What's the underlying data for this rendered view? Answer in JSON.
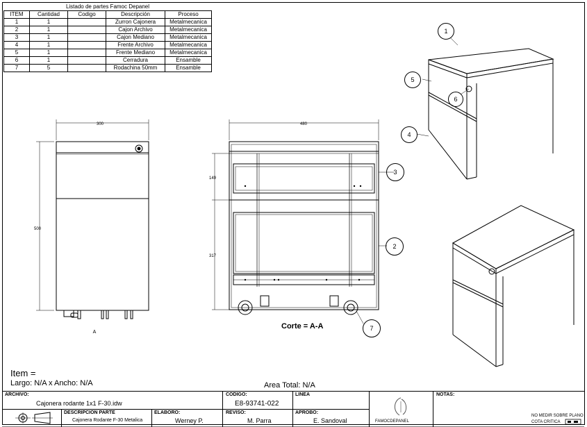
{
  "parts_list": {
    "caption": "Listado de partes Famoc Depanel",
    "columns": [
      "ITEM",
      "Cantidad",
      "Codigo",
      "Descripción",
      "Proceso"
    ],
    "rows": [
      [
        "1",
        "1",
        "",
        "Zurron Cajonera",
        "Metalmecanica"
      ],
      [
        "2",
        "1",
        "",
        "Cajon Archivo",
        "Metalmecanica"
      ],
      [
        "3",
        "1",
        "",
        "Cajon Mediano",
        "Metalmecanica"
      ],
      [
        "4",
        "1",
        "",
        "Frente Archivo",
        "Metalmecanica"
      ],
      [
        "5",
        "1",
        "",
        "Frente Mediano",
        "Metalmecanica"
      ],
      [
        "6",
        "1",
        "",
        "Cerradura",
        "Ensamble"
      ],
      [
        "7",
        "5",
        "",
        "Rodachina 50mm",
        "Ensamble"
      ]
    ]
  },
  "front_view": {
    "width_dim": "300",
    "height_dim": "500",
    "section_mark": "A"
  },
  "section_view": {
    "width_dim": "480",
    "upper_dim": "149",
    "lower_dim": "317",
    "title": "Corte = A-A",
    "balloons": [
      "3",
      "2",
      "7"
    ]
  },
  "iso_view": {
    "balloons": [
      "1",
      "5",
      "6",
      "4"
    ]
  },
  "item_info": {
    "item_label": "Item =",
    "size_text": "Largo: N/A x Ancho: N/A",
    "area_text": "Area Total: N/A"
  },
  "title_block": {
    "archivo_label": "ARCHIVO:",
    "archivo_value": "Cajonera rodante 1x1 F-30.idw",
    "codigo_label": "CODIGO:",
    "codigo_value": "E8-93741-022",
    "linea_label": "LINEA",
    "linea_value": "",
    "descripcion_label": "DESCRIPCION PARTE",
    "descripcion_value": "Cajonera Rodante F-30 Metalica",
    "elaboro_label": "ELABORO:",
    "elaboro_value": "Werney P.",
    "reviso_label": "REVISO:",
    "reviso_value": "M. Parra",
    "aprobo_label": "APROBO:",
    "aprobo_value": "E. Sandoval",
    "logo_text": "FAMOCDEPANEL",
    "notas_label": "NOTAS:",
    "note_1": "NO MEDIR SOBRE PLANO",
    "note_2": "COTA CRITICA"
  }
}
